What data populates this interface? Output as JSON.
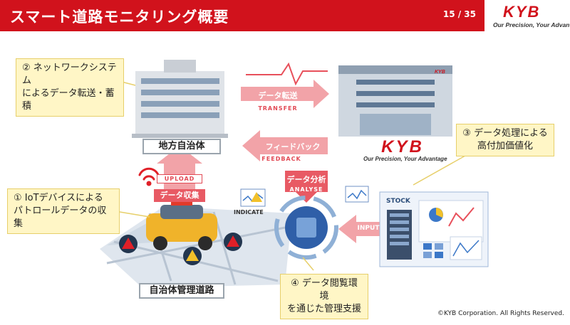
{
  "header": {
    "title": "スマート道路モニタリング概要",
    "page": "15 / 35"
  },
  "brand": {
    "logo": "KYB",
    "tagline": "Our Precision, Your Advantage",
    "color": "#d1121c"
  },
  "callouts": {
    "step1": {
      "line1": "① IoTデバイスによる",
      "line2": "パトロールデータの収集"
    },
    "step2": {
      "line1": "② ネットワークシステム",
      "line2": "によるデータ転送・蓄積"
    },
    "step3": {
      "line1": "③ データ処理による",
      "line2": "高付加価値化"
    },
    "step4": {
      "line1": "④ データ閲覧環境",
      "line2": "を通じた管理支援"
    }
  },
  "labels": {
    "local_gov": "地方自治体",
    "roads": "自治体管理道路",
    "stock": "STOCK",
    "indicate": "INDICATE"
  },
  "arrows": {
    "collect": {
      "jp": "データ収集",
      "en": "UPLOAD"
    },
    "transfer": {
      "jp": "データ転送",
      "en": "TRANSFER"
    },
    "feedback": {
      "jp": "フィードバック",
      "en": "FEEDBACK"
    },
    "analyse": {
      "jp": "データ分析",
      "en": "ANALYSE"
    },
    "input": {
      "en": "INPUT"
    }
  },
  "footer": {
    "copyright": "©KYB Corporation. All Rights Reserved."
  }
}
